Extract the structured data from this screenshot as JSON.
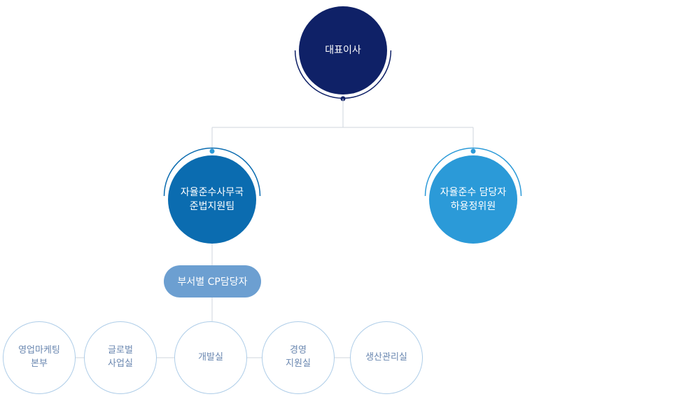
{
  "ceo": {
    "label": "대표이사"
  },
  "compliance_office": {
    "label": "자율준수사무국\n준법지원팀"
  },
  "compliance_committee": {
    "label": "자율준수 담당자\n하용정위원"
  },
  "cp_manager": {
    "label": "부서별 CP담당자"
  },
  "departments": [
    {
      "label": "영업마케팅\n본부"
    },
    {
      "label": "글로벌\n사업실"
    },
    {
      "label": "개발실"
    },
    {
      "label": "경영\n지원실"
    },
    {
      "label": "생산관리실"
    }
  ],
  "colors": {
    "ceo": "#0f2167",
    "compliance_office": "#0b6cb0",
    "compliance_committee": "#2b9ad8",
    "cp_manager": "#6c9fd1",
    "dept_border": "#aecde8",
    "dept_text": "#6a87b0",
    "connector": "#cfd6de"
  }
}
